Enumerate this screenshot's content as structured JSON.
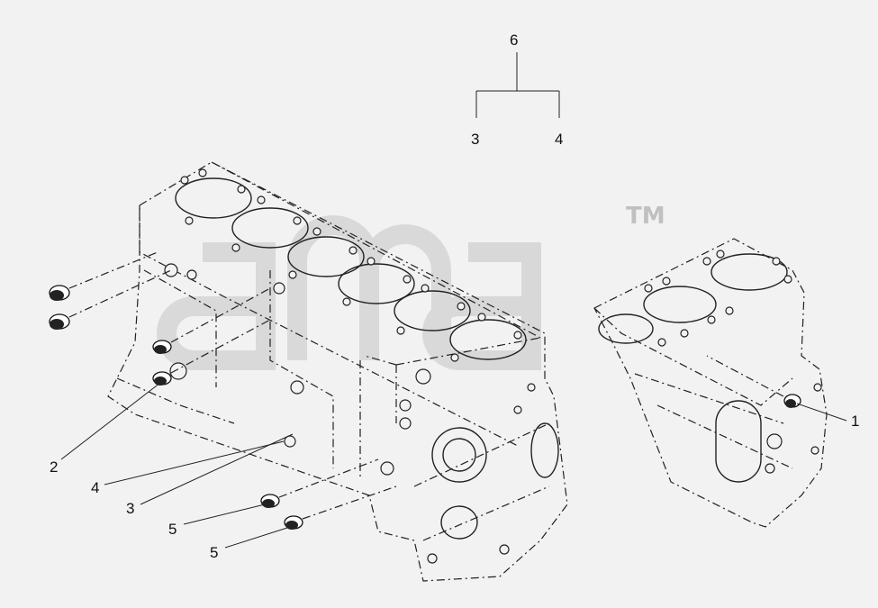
{
  "watermark": {
    "text": "ama",
    "trademark": "TM",
    "color": "#c8c8c8"
  },
  "callouts": {
    "assembly": "6",
    "assembly_left": "3",
    "assembly_right": "4",
    "p1": "1",
    "p2": "2",
    "p3": "3",
    "p4": "4",
    "p5a": "5",
    "p5b": "5"
  }
}
